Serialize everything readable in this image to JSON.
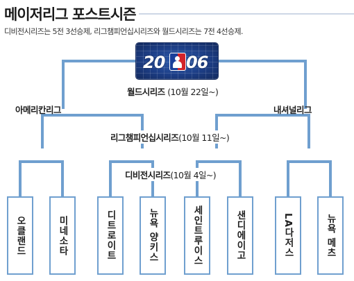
{
  "header": {
    "title": "메이저리그 포스트시즌",
    "subtitle": "디비전시리즈는 5전 3선승제, 리그챔피언십시리즈와 월드시리즈는 7전 4선승제."
  },
  "logo": {
    "year_left": "20",
    "year_right": "06",
    "mark_icon": "mlb-logo-icon"
  },
  "rounds": {
    "world_series": {
      "name": "월드시리즈",
      "date": "(10월 22일~)"
    },
    "lcs": {
      "name": "리그챔피언십시리즈",
      "date": "(10월 11일~)"
    },
    "ds": {
      "name": "디비전시리즈",
      "date": "(10월 4일~)"
    }
  },
  "leagues": {
    "left": "아메리칸리그",
    "right": "내셔널리그"
  },
  "teams": [
    "오클랜드",
    "미네소타",
    "디트로이트",
    "뉴욕 양키스",
    "세인트루이스",
    "샌디에이고",
    "LA다저스",
    "뉴욕 메츠"
  ],
  "colors": {
    "bracket": "#6f9fcf",
    "text": "#1e1e1e"
  }
}
